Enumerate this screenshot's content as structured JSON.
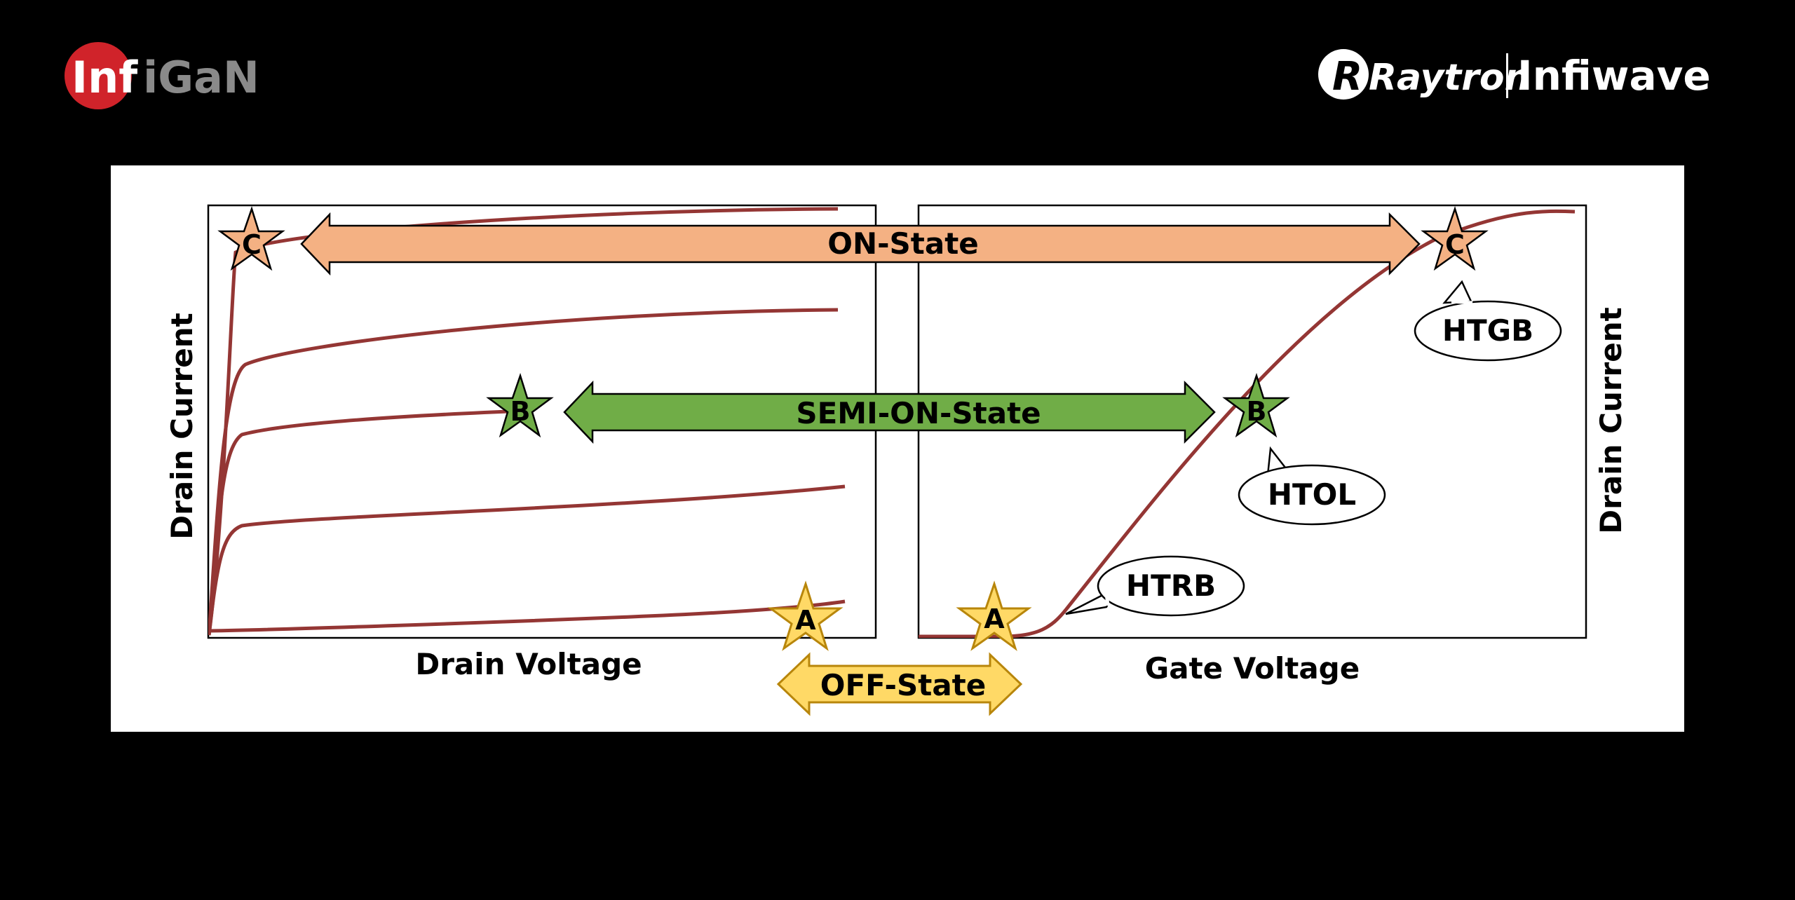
{
  "logos": {
    "left": {
      "part1": "Inf",
      "part2": "iGaN",
      "colors": {
        "mark": "#d0232a",
        "text": "#8a8a8a"
      }
    },
    "right": {
      "brand1": "Raytron",
      "brand2": "Infiwave"
    }
  },
  "panels": {
    "left": {
      "xlabel": "Drain Voltage",
      "ylabel": "Drain Current"
    },
    "right": {
      "xlabel": "Gate Voltage",
      "ylabel": "Drain Current"
    }
  },
  "states": {
    "on": {
      "label": "ON-State",
      "color": "#f4b183"
    },
    "semi": {
      "label": "SEMI-ON-State",
      "color": "#70ad47"
    },
    "off": {
      "label": "OFF-State",
      "color": "#ffd966"
    }
  },
  "markers": {
    "a_left": "A",
    "a_right": "A",
    "b_left": "B",
    "b_right": "B",
    "c_left": "C",
    "c_right": "C"
  },
  "callouts": {
    "htgb": "HTGB",
    "htol": "HTOL",
    "htrb": "HTRB"
  },
  "colors": {
    "curve": "#943634",
    "background": "#000000",
    "card": "#ffffff"
  }
}
